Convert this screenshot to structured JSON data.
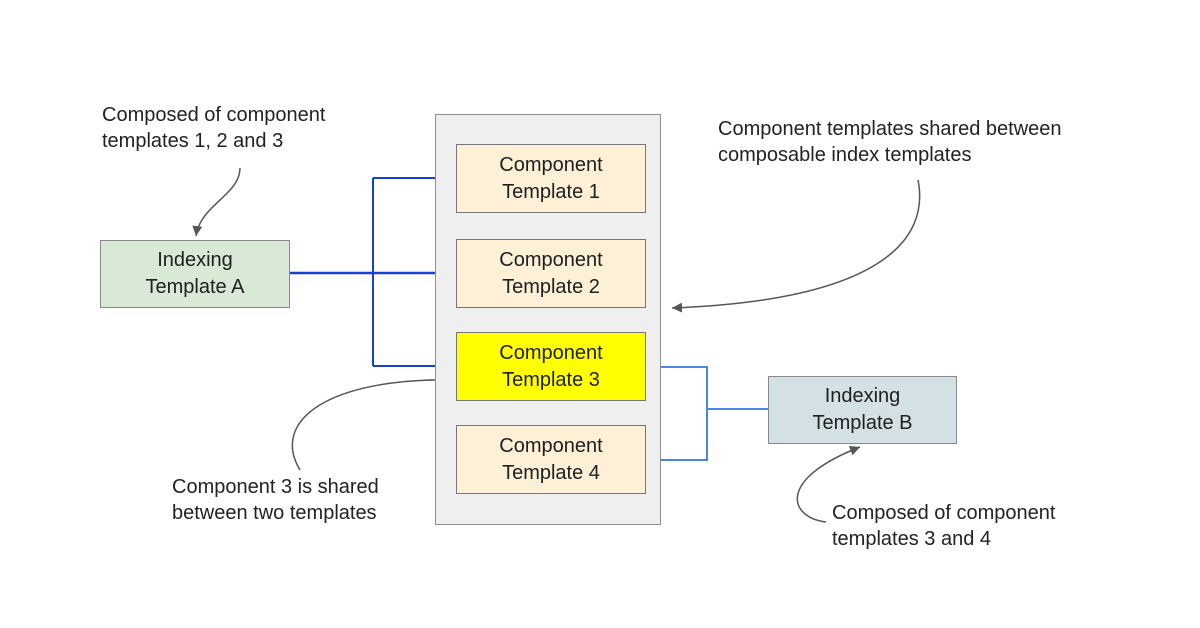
{
  "components": [
    {
      "line1": "Component",
      "line2": "Template 1",
      "highlighted": false
    },
    {
      "line1": "Component",
      "line2": "Template 2",
      "highlighted": false
    },
    {
      "line1": "Component",
      "line2": "Template 3",
      "highlighted": true
    },
    {
      "line1": "Component",
      "line2": "Template 4",
      "highlighted": false
    }
  ],
  "template_a": {
    "line1": "Indexing",
    "line2": "Template A"
  },
  "template_b": {
    "line1": "Indexing",
    "line2": "Template B"
  },
  "notes": {
    "template_a_note": {
      "line1": "Composed of component",
      "line2": "templates 1, 2 and 3"
    },
    "shared_note": {
      "line1": "Component templates shared between",
      "line2": "composable index templates"
    },
    "component3_note": {
      "line1": "Component 3 is shared",
      "line2": "between two templates"
    },
    "template_b_note": {
      "line1": "Composed of component",
      "line2": "templates 3 and 4"
    }
  },
  "colors": {
    "component_fill": "#fdf0d6",
    "component_highlight": "#ffff00",
    "template_a_fill": "#d8e9d6",
    "template_b_fill": "#d3e1e4",
    "arrow_a": "#1a3fd8",
    "connector_b": "#4a86e8",
    "annotation_arrow": "#555555"
  }
}
